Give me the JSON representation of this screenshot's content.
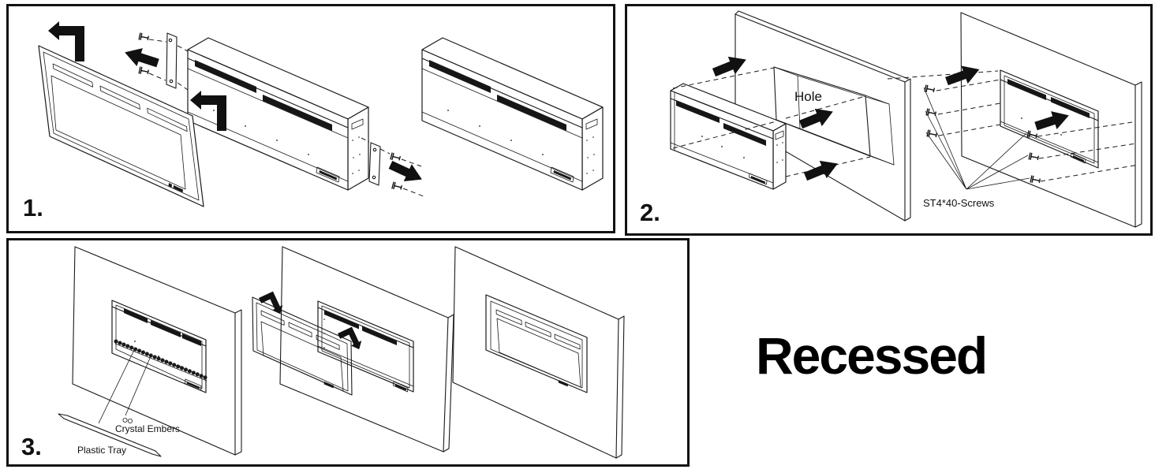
{
  "title": "Recessed",
  "panels": {
    "step1": {
      "number": "1."
    },
    "step2": {
      "number": "2.",
      "hole_label": "Hole",
      "screws_label": "ST4*40-Screws"
    },
    "step3": {
      "number": "3.",
      "embers_label": "Crystal Embers",
      "tray_label": "Plastic Tray"
    }
  },
  "colors": {
    "line": "#1a1a1a",
    "background": "#ffffff",
    "arrow": "#111111"
  }
}
